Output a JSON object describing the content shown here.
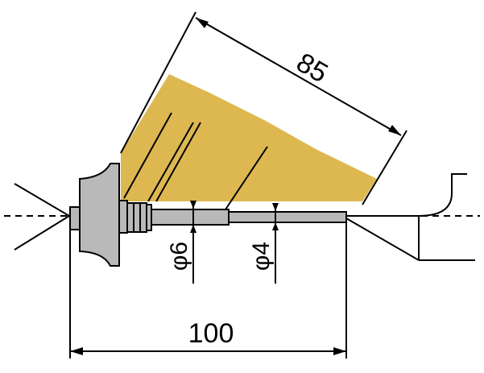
{
  "dimensions": {
    "top_length": "85",
    "overall_length": "100",
    "shaft_diameter_large": "φ6",
    "shaft_diameter_small": "φ4"
  },
  "colors": {
    "brush_fill": "#DDB851",
    "body_gray": "#B9B9B9",
    "line": "#000000",
    "background": "#FFFFFF"
  }
}
